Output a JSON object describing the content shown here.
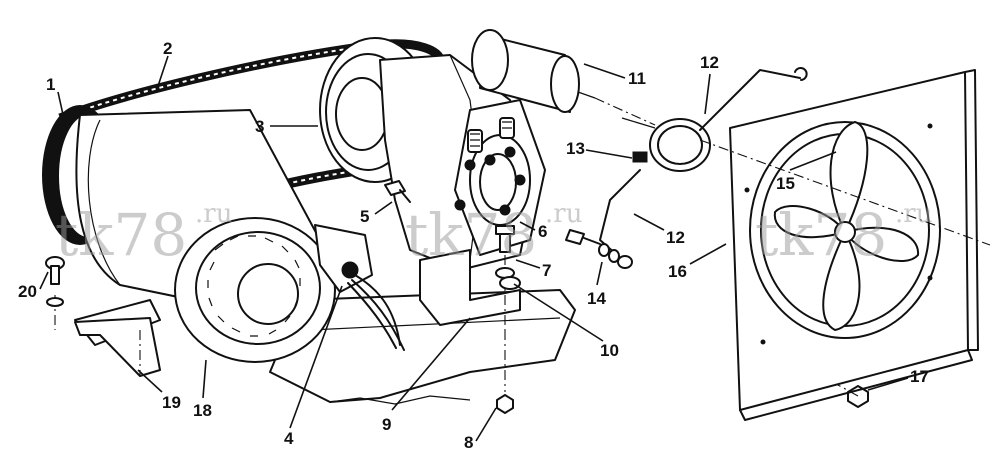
{
  "diagram": {
    "callouts": [
      {
        "id": 1,
        "text": "1"
      },
      {
        "id": 2,
        "text": "2"
      },
      {
        "id": 3,
        "text": "3"
      },
      {
        "id": 4,
        "text": "4"
      },
      {
        "id": 5,
        "text": "5"
      },
      {
        "id": 6,
        "text": "6"
      },
      {
        "id": 7,
        "text": "7"
      },
      {
        "id": 8,
        "text": "8"
      },
      {
        "id": 9,
        "text": "9"
      },
      {
        "id": 10,
        "text": "10"
      },
      {
        "id": 11,
        "text": "11"
      },
      {
        "id": "12a",
        "text": "12"
      },
      {
        "id": "12b",
        "text": "12"
      },
      {
        "id": 13,
        "text": "13"
      },
      {
        "id": 14,
        "text": "14"
      },
      {
        "id": 15,
        "text": "15"
      },
      {
        "id": 16,
        "text": "16"
      },
      {
        "id": 17,
        "text": "17"
      },
      {
        "id": 18,
        "text": "18"
      },
      {
        "id": 19,
        "text": "19"
      },
      {
        "id": 20,
        "text": "20"
      }
    ],
    "watermarks": [
      {
        "text": "tk78",
        "suffix": ".ru"
      },
      {
        "text": "tk78",
        "suffix": ".ru"
      },
      {
        "text": "tk78",
        "suffix": ".ru"
      }
    ]
  }
}
